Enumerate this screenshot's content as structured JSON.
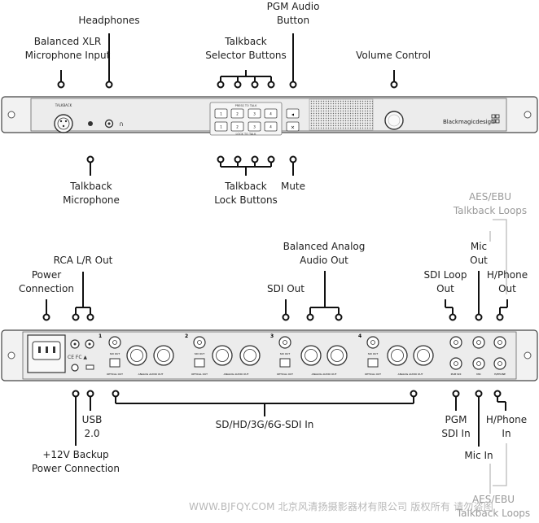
{
  "front_labels": {
    "balanced_xlr": [
      "Balanced XLR",
      "Microphone Input"
    ],
    "headphones": [
      "Headphones"
    ],
    "pgm_audio": [
      "PGM Audio",
      "Button"
    ],
    "talkback_selector": [
      "Talkback",
      "Selector Buttons"
    ],
    "volume_control": [
      "Volume Control"
    ],
    "talkback_microphone": [
      "Talkback",
      "Microphone"
    ],
    "talkback_lock": [
      "Talkback",
      "Lock Buttons"
    ],
    "mute": [
      "Mute"
    ]
  },
  "front_panel": {
    "mic_label": "TALKBACK",
    "press_to_talk": "PRESS TO TALK",
    "lock_to_talk": "LOCK TO TALK",
    "buttons_top": [
      "1",
      "2",
      "3",
      "4"
    ],
    "buttons_bottom": [
      "1",
      "2",
      "3",
      "4"
    ],
    "brand": "Blackmagicdesign"
  },
  "rear_labels": {
    "aes_top": [
      "AES/EBU",
      "Talkback Loops"
    ],
    "rca_out": [
      "RCA L/R Out"
    ],
    "balanced_analog": [
      "Balanced Analog",
      "Audio Out"
    ],
    "power_connection": [
      "Power",
      "Connection"
    ],
    "mic_out": [
      "Mic",
      "Out"
    ],
    "sdi_out": [
      "SDI Out"
    ],
    "sdi_loop_out": [
      "SDI Loop",
      "Out"
    ],
    "hphone_out": [
      "H/Phone",
      "Out"
    ],
    "usb": [
      "USB",
      "2.0"
    ],
    "sdi_in": [
      "SD/HD/3G/6G-SDI In"
    ],
    "pgm_sdi_in": [
      "PGM",
      "SDI In"
    ],
    "hphone_in": [
      "H/Phone",
      "In"
    ],
    "backup_power": [
      "+12V Backup",
      "Power Connection"
    ],
    "mic_in": [
      "Mic In"
    ],
    "aes_bottom": [
      "AES/EBU",
      "Talkback Loops"
    ]
  },
  "rear_panel": {
    "channels": [
      "1",
      "2",
      "3",
      "4"
    ],
    "sdi_out_label": "SDI OUT",
    "optical_label": "OPTICAL OUT",
    "analog_label": "ANALOG AUDIO OUT",
    "pgm_sdi_label": "PGM SDI",
    "mic_label": "MIC",
    "hphone_label": "H/PHONE"
  },
  "watermark": "WWW.BJFQY.COM 北京风清扬摄影器材有限公司 版权所有 请勿盗图"
}
